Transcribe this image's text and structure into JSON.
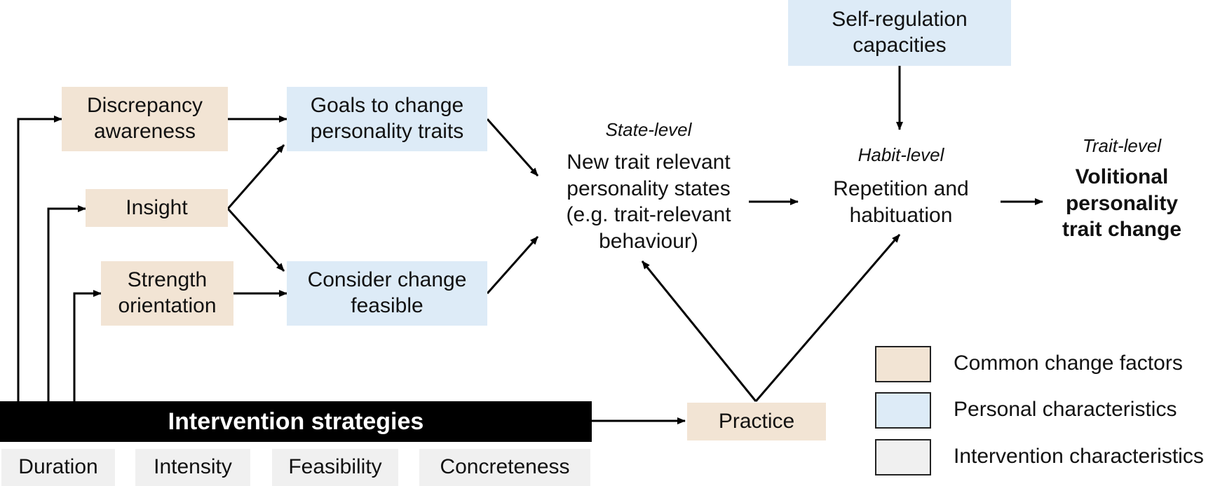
{
  "colors": {
    "common_change_factor": "#f2e4d4",
    "personal_characteristic": "#ddebf7",
    "intervention_characteristic": "#f0f0f0",
    "strategy_bar": "#000000"
  },
  "nodes": {
    "discrepancy_awareness": "Discrepancy\nawareness",
    "insight": "Insight",
    "strength_orientation": "Strength\norientation",
    "goals_to_change": "Goals to change\npersonality traits",
    "consider_change_feasible": "Consider change\nfeasible",
    "self_regulation": "Self-regulation\ncapacities",
    "practice": "Practice",
    "intervention_strategies": "Intervention strategies"
  },
  "levels": {
    "state": {
      "label": "State-level",
      "text": "New trait relevant\npersonality states\n(e.g. trait-relevant\nbehaviour)"
    },
    "habit": {
      "label": "Habit-level",
      "text": "Repetition and\nhabituation"
    },
    "trait": {
      "label": "Trait-level",
      "text": "Volitional\npersonality\ntrait change"
    }
  },
  "intervention_characteristics": [
    "Duration",
    "Intensity",
    "Feasibility",
    "Concreteness"
  ],
  "legend": [
    {
      "label": "Common change factors",
      "color": "#f2e4d4"
    },
    {
      "label": "Personal characteristics",
      "color": "#ddebf7"
    },
    {
      "label": "Intervention characteristics",
      "color": "#f0f0f0"
    }
  ]
}
